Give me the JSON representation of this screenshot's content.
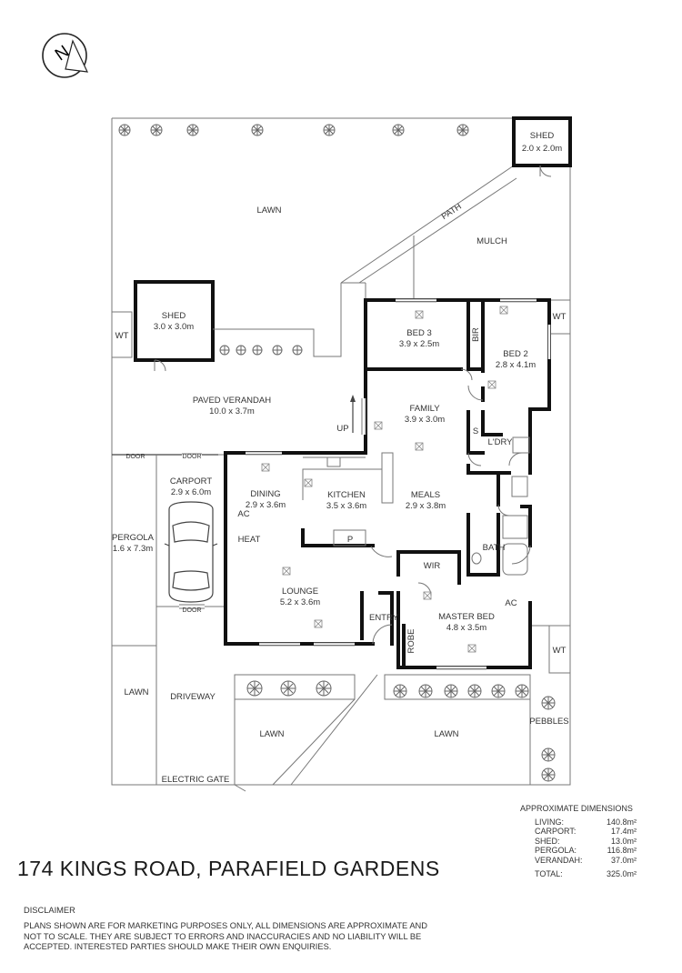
{
  "address": "174 KINGS ROAD, PARAFIELD GARDENS",
  "rooms": {
    "shed_small": {
      "name": "SHED",
      "dims": "2.0 x 2.0m"
    },
    "shed_large": {
      "name": "SHED",
      "dims": "3.0 x 3.0m"
    },
    "paved_verandah": {
      "name": "PAVED VERANDAH",
      "dims": "10.0 x 3.7m"
    },
    "carport": {
      "name": "CARPORT",
      "dims": "2.9 x 6.0m"
    },
    "pergola": {
      "name": "PERGOLA",
      "dims": "1.6 x 7.3m"
    },
    "dining": {
      "name": "DINING",
      "dims": "2.9 x 3.6m"
    },
    "kitchen": {
      "name": "KITCHEN",
      "dims": "3.5 x 3.6m"
    },
    "meals": {
      "name": "MEALS",
      "dims": "2.9 x 3.8m"
    },
    "family": {
      "name": "FAMILY",
      "dims": "3.9 x 3.0m"
    },
    "bed3": {
      "name": "BED 3",
      "dims": "3.9 x 2.5m"
    },
    "bed2": {
      "name": "BED 2",
      "dims": "2.8 x 4.1m"
    },
    "lounge": {
      "name": "LOUNGE",
      "dims": "5.2 x 3.6m"
    },
    "master_bed": {
      "name": "MASTER BED",
      "dims": "4.8 x 3.5m"
    }
  },
  "labels": {
    "lawn": "LAWN",
    "mulch": "MULCH",
    "path": "PATH",
    "wt": "WT",
    "up": "UP",
    "door": "DOOR",
    "ac": "AC",
    "heat": "HEAT",
    "p": "P",
    "wir": "WIR",
    "entry": "ENTRY",
    "robe": "ROBE",
    "bath": "BATH",
    "bir": "BIR",
    "s": "S",
    "ldry": "L'DRY",
    "driveway": "DRIVEWAY",
    "electric_gate": "ELECTRIC GATE",
    "pebbles": "PEBBLES"
  },
  "dimensions": {
    "heading": "APPROXIMATE DIMENSIONS",
    "rows": [
      {
        "label": "LIVING:",
        "value": "140.8m²"
      },
      {
        "label": "CARPORT:",
        "value": "17.4m²"
      },
      {
        "label": "SHED:",
        "value": "13.0m²"
      },
      {
        "label": "PERGOLA:",
        "value": "116.8m²"
      },
      {
        "label": "VERANDAH:",
        "value": "37.0m²"
      }
    ],
    "total_label": "TOTAL:",
    "total_value": "325.0m²"
  },
  "disclaimer": {
    "heading": "DISCLAIMER",
    "lines": [
      "PLANS SHOWN ARE FOR MARKETING PURPOSES ONLY, ALL DIMENSIONS ARE APPROXIMATE AND",
      "NOT TO SCALE. THEY ARE SUBJECT TO ERRORS AND INACCURACIES AND NO LIABILITY WILL BE",
      "ACCEPTED. INTERESTED PARTIES SHOULD MAKE THEIR OWN ENQUIRIES."
    ]
  },
  "compass": {
    "letter": "N",
    "icon": "north-arrow-icon"
  }
}
